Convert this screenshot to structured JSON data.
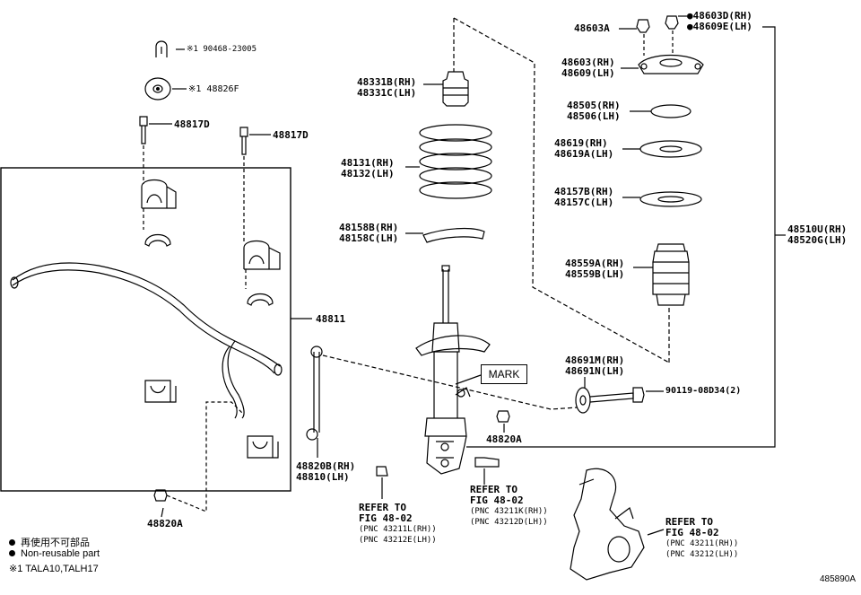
{
  "figure_number": "485890A",
  "parts": {
    "p90468": "※1 90468-23005",
    "p48826F": "※1 48826F",
    "p48817D_left": "48817D",
    "p48817D_right": "48817D",
    "p48811": "48811",
    "p48820A_left": "48820A",
    "p48820B": [
      "48820B(RH)",
      "48810(LH)"
    ],
    "p48331": [
      "48331B(RH)",
      "48331C(LH)"
    ],
    "p48131": [
      "48131(RH)",
      "48132(LH)"
    ],
    "p48158": [
      "48158B(RH)",
      "48158C(LH)"
    ],
    "mark": "MARK",
    "p48820A_mid": "48820A",
    "p48603A": "48603A",
    "p48603D": [
      "●48603D(RH)",
      "●48609E(LH)"
    ],
    "p48603": [
      "48603(RH)",
      "48609(LH)"
    ],
    "p48505": [
      "48505(RH)",
      "48506(LH)"
    ],
    "p48619": [
      "48619(RH)",
      "48619A(LH)"
    ],
    "p48157": [
      "48157B(RH)",
      "48157C(LH)"
    ],
    "p48559": [
      "48559A(RH)",
      "48559B(LH)"
    ],
    "p48510": [
      "48510U(RH)",
      "48520G(LH)"
    ],
    "p48691": [
      "48691M(RH)",
      "48691N(LH)"
    ],
    "p90119": "90119-08D34(2)"
  },
  "refers": {
    "left": {
      "line1": "REFER TO",
      "line2": "FIG 48-02",
      "line3": "(PNC 43211L(RH))",
      "line4": "(PNC 43212E(LH))"
    },
    "mid": {
      "line1": "REFER TO",
      "line2": "FIG 48-02",
      "line3": "(PNC 43211K(RH))",
      "line4": "(PNC 43212D(LH))"
    },
    "right": {
      "line1": "REFER TO",
      "line2": "FIG 48-02",
      "line3": "(PNC 43211(RH))",
      "line4": "(PNC 43212(LH))"
    }
  },
  "legend": {
    "jp": "再使用不可部品",
    "en": "Non-reusable part",
    "note": "※1 TALA10,TALH17"
  },
  "icons": {
    "dot": "filled-circle-bullet"
  }
}
